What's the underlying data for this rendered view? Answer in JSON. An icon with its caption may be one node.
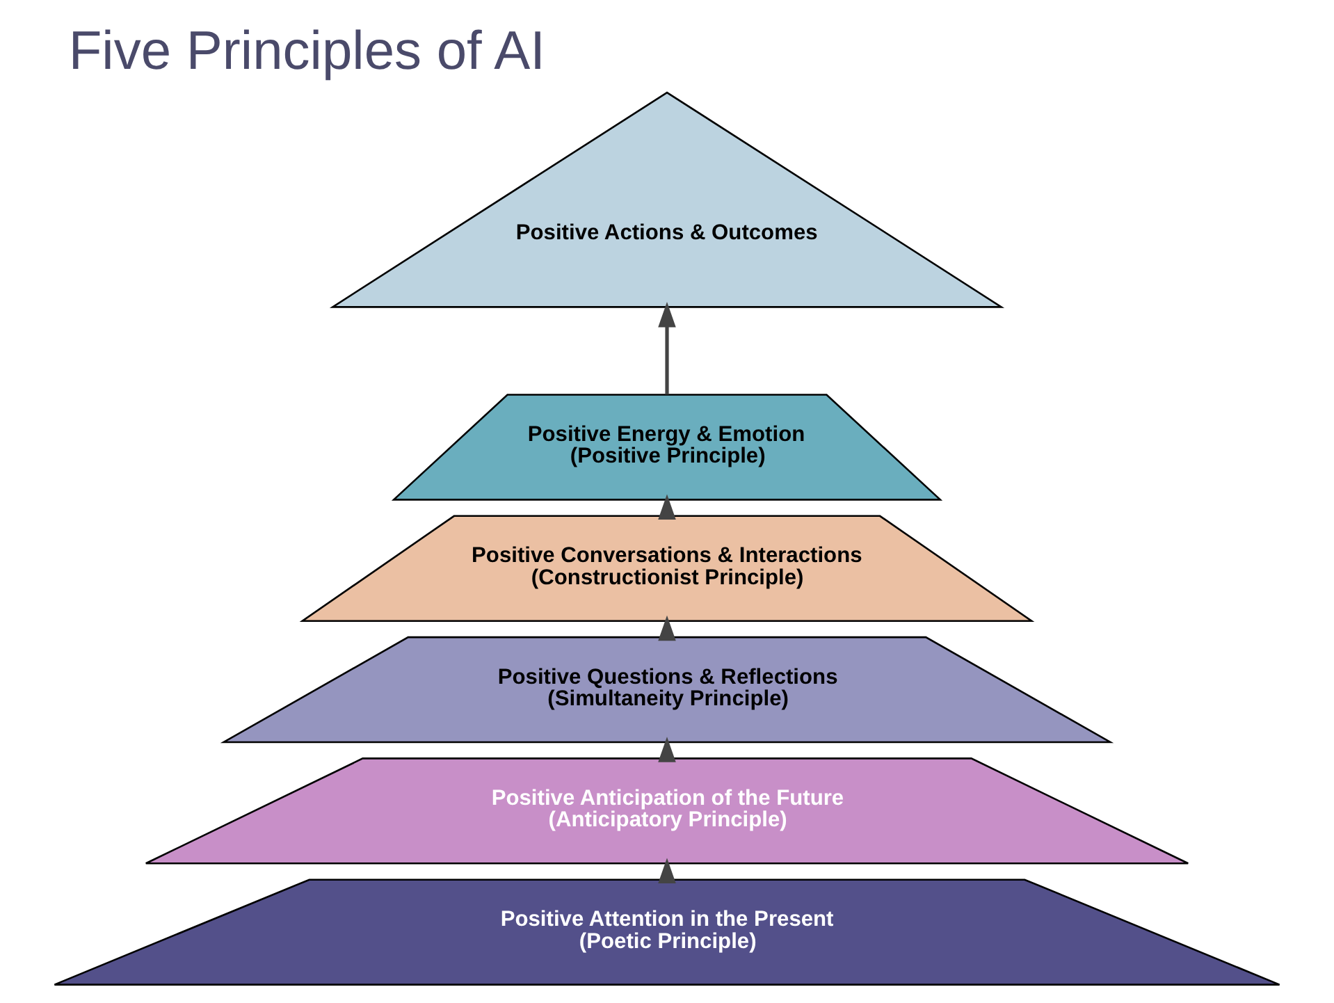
{
  "diagram": {
    "title": "Five Principles of AI",
    "nodes": [
      {
        "text": [
          "Positive Actions & Outcomes"
        ]
      },
      {
        "text": [
          "Positive Energy & Emotion",
          "(Positive Principle)"
        ]
      },
      {
        "text": [
          "Positive Conversations & Interactions",
          "(Constructionist Principle)"
        ]
      },
      {
        "text": [
          "Positive Questions & Reflections",
          "(Simultaneity Principle)"
        ]
      },
      {
        "text": [
          "Positive Anticipation of the Future",
          "(Anticipatory Principle)"
        ]
      },
      {
        "text": [
          "Positive Attention in the Present",
          "(Poetic Principle)"
        ]
      }
    ],
    "edges": [
      {
        "from": 5,
        "to": 4,
        "arrow": "to"
      },
      {
        "from": 4,
        "to": 3,
        "arrow": "to"
      },
      {
        "from": 3,
        "to": 2,
        "arrow": "to"
      },
      {
        "from": 2,
        "to": 1,
        "arrow": "to"
      },
      {
        "from": 1,
        "to": 0,
        "arrow": "to"
      }
    ]
  }
}
